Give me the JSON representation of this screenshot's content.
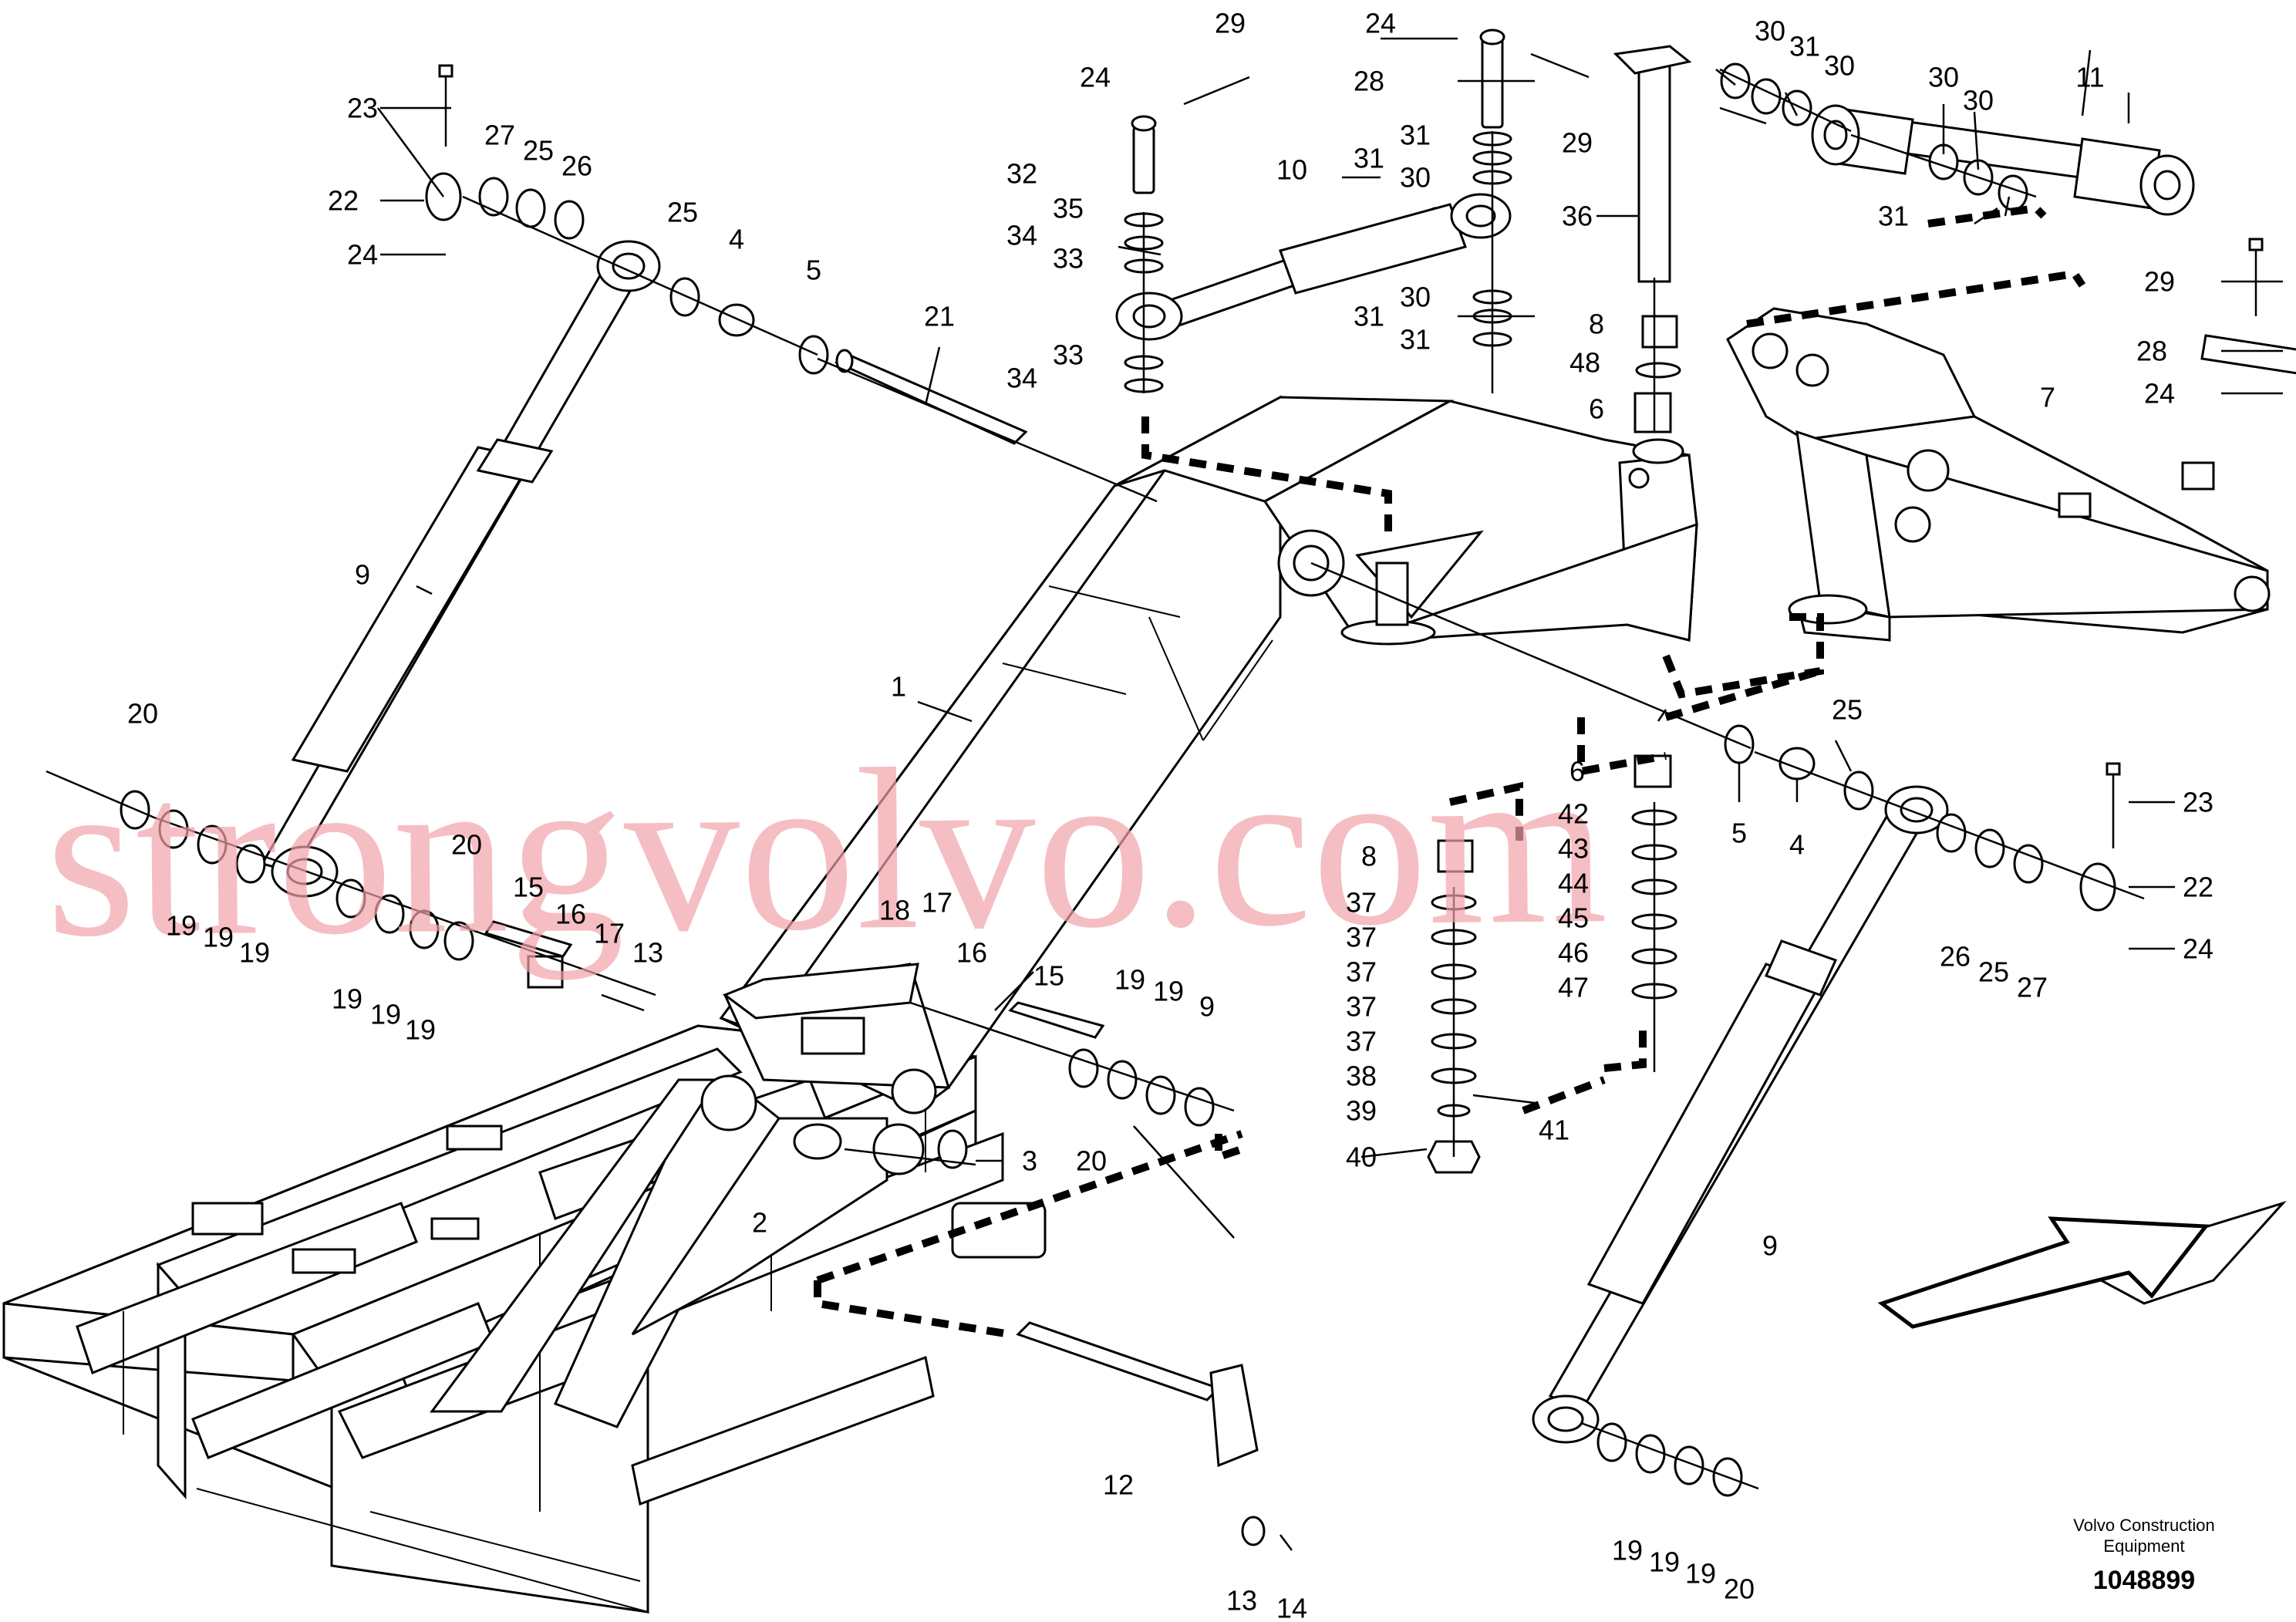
{
  "title": "",
  "labels": {
    "l23a": "23",
    "l22a": "22",
    "l24a": "24",
    "l27a": "27",
    "l25a": "25",
    "l26a": "26",
    "l25b": "25",
    "l4a": "4",
    "l5a": "5",
    "l21": "21",
    "l9a": "9",
    "l20a": "20",
    "l19a": "19",
    "l19b": "19",
    "l19c": "19",
    "l19d": "19",
    "l19e": "19",
    "l19f": "19",
    "l20b": "20",
    "l15a": "15",
    "l16": "16",
    "l17a": "17",
    "l13a": "13",
    "l1": "1",
    "l18": "18",
    "l17b": "17",
    "l16b": "16",
    "l15b": "15",
    "l19g": "19",
    "l19h": "19",
    "l9c": "9",
    "l20c": "20",
    "l2": "2",
    "l3": "3",
    "l12": "12",
    "l13b": "13",
    "l14": "14",
    "l29a": "29",
    "l24b": "24",
    "l32": "32",
    "l35": "35",
    "l34a": "34",
    "l33a": "33",
    "l33b": "33",
    "l34b": "34",
    "l10": "10",
    "l24c": "24",
    "l28a": "28",
    "l29b": "29",
    "l31a": "31",
    "l31b": "31",
    "l30a": "30",
    "l30b": "30",
    "l31c": "31",
    "l31d": "31",
    "l36": "36",
    "l8a": "8",
    "l48": "48",
    "l6a": "6",
    "l30c": "30",
    "l31e": "31",
    "l30d": "30",
    "l11": "11",
    "l30e": "30",
    "l30f": "30",
    "l31f": "31",
    "l29c": "29",
    "l28b": "28",
    "l24d": "24",
    "l7": "7",
    "l6b": "6",
    "l42": "42",
    "l43": "43",
    "l44": "44",
    "l45": "45",
    "l46": "46",
    "l47": "47",
    "l8b": "8",
    "l37a": "37",
    "l37b": "37",
    "l37c": "37",
    "l37d": "37",
    "l37e": "37",
    "l38": "38",
    "l39": "39",
    "l40": "40",
    "l41": "41",
    "l25c": "25",
    "l5b": "5",
    "l4b": "4",
    "l23b": "23",
    "l22b": "22",
    "l24e": "24",
    "l26b": "26",
    "l25d": "25",
    "l27b": "27",
    "l9b": "9",
    "l19i": "19",
    "l19j": "19",
    "l19k": "19",
    "l20d": "20"
  },
  "watermark": "strongvolvo.com",
  "footer": {
    "brand_line1": "Volvo Construction",
    "brand_line2": "Equipment",
    "drawing_number": "1048899"
  },
  "colors": {
    "line": "#000000",
    "watermark": "#f2a3aa",
    "background": "#ffffff"
  }
}
